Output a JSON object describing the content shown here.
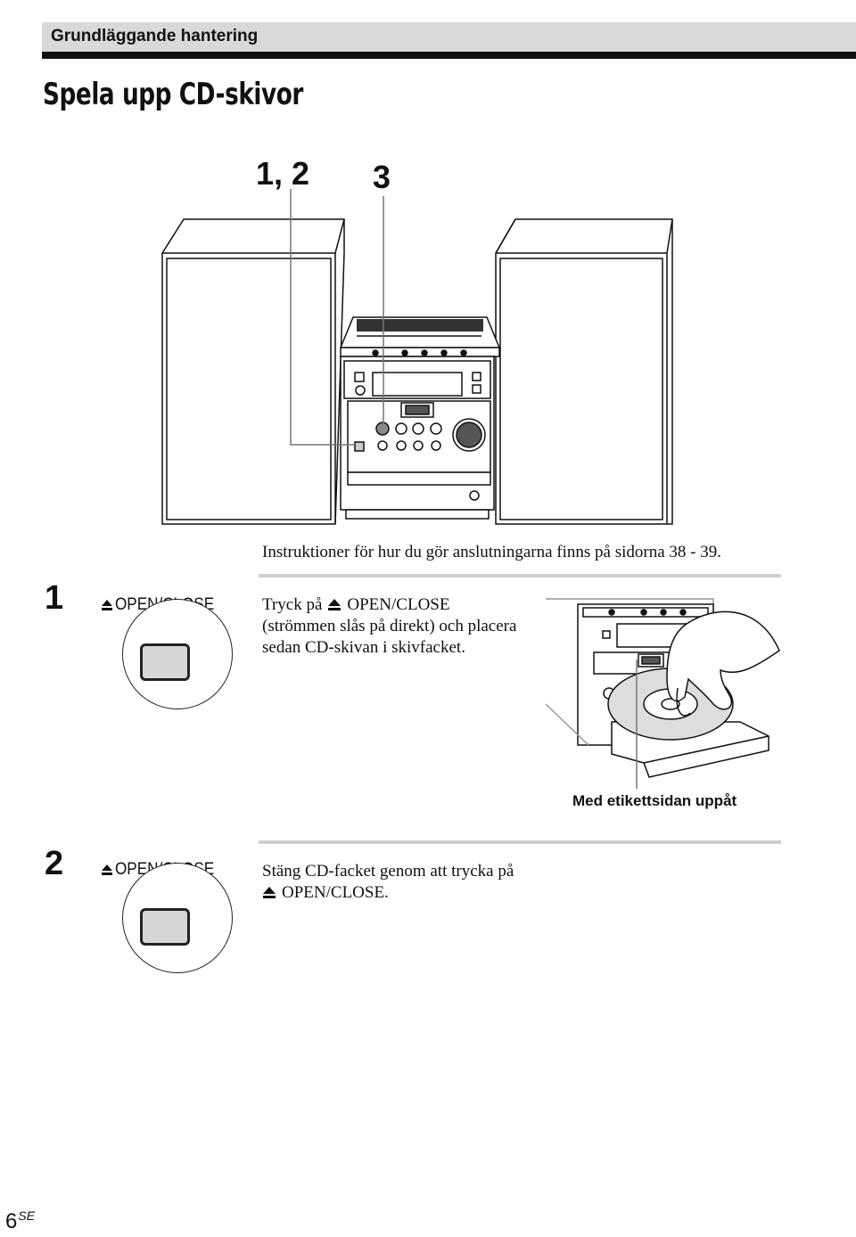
{
  "header": {
    "section_title": "Grundläggande hantering",
    "page_title": "Spela upp CD-skivor"
  },
  "figure": {
    "callout_left": "1, 2",
    "callout_right": "3",
    "connection_note": "Instruktioner för hur du gör anslutningarna finns på sidorna 38 - 39."
  },
  "steps": [
    {
      "number": "1",
      "button_label": "OPEN/CLOSE",
      "text_lines": [
        "OPEN/CLOSE",
        "(strömmen slås på direkt) och placera",
        "sedan CD-skivan i skivfacket."
      ],
      "text_prefix": "Tryck på",
      "illustration_caption": "Med etikettsidan uppåt"
    },
    {
      "number": "2",
      "button_label": "OPEN/CLOSE",
      "text_lines": [
        "Stäng CD-facket genom att trycka på",
        "OPEN/CLOSE."
      ]
    }
  ],
  "footer": {
    "page_number": "6",
    "page_suffix": "SE"
  },
  "icons": [
    "eject-icon",
    "hand-icon",
    "cd-disc-icon"
  ]
}
